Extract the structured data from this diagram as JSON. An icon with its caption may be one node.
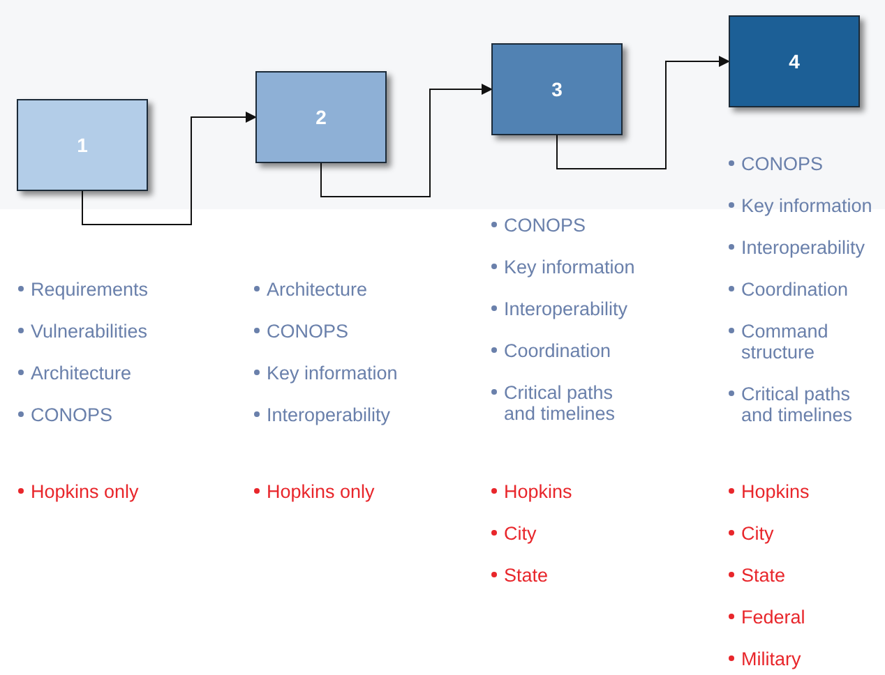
{
  "diagram": {
    "nodes": [
      {
        "text": [
          "1"
        ],
        "beside": [
          "Requirements",
          "Vulnerabilities",
          "Architecture",
          "CONOPS",
          "Hopkins only"
        ]
      },
      {
        "text": [
          "2"
        ],
        "beside": [
          "Architecture",
          "CONOPS",
          "Key information",
          "Interoperability",
          "Hopkins only"
        ]
      },
      {
        "text": [
          "3"
        ],
        "beside": [
          "CONOPS",
          "Key information",
          "Interoperability",
          "Coordination",
          "Critical paths and timelines",
          "Hopkins",
          "City",
          "State"
        ]
      },
      {
        "text": [
          "4"
        ],
        "beside": [
          "CONOPS",
          "Key information",
          "Interoperability",
          "Coordination",
          "Command structure",
          "Critical paths and timelines",
          "Hopkins",
          "City",
          "State",
          "Federal",
          "Military"
        ]
      }
    ],
    "edges": [
      {
        "from": 0,
        "to": 1,
        "arrow": "to"
      },
      {
        "from": 1,
        "to": 2,
        "arrow": "to"
      },
      {
        "from": 2,
        "to": 3,
        "arrow": "to"
      }
    ]
  }
}
